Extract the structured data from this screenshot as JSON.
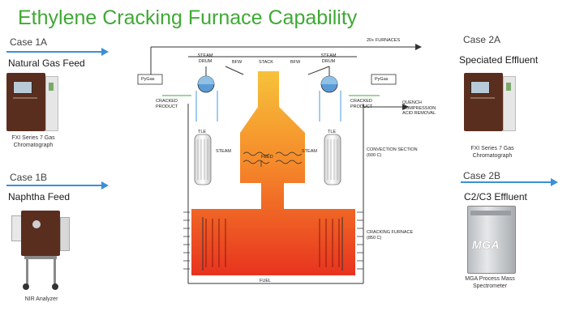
{
  "title": "Ethylene Cracking Furnace Capability",
  "cases": {
    "case_1a": {
      "label": "Case 1A",
      "feed": "Natural Gas Feed",
      "instrument": "FXI Series 7 Gas Chromatograph"
    },
    "case_1b": {
      "label": "Case 1B",
      "feed": "Naphtha Feed",
      "instrument": "NIR Analyzer"
    },
    "case_2a": {
      "label": "Case 2A",
      "feed": "Speciated Effluent",
      "instrument": "FXI Series 7 Gas Chromatograph"
    },
    "case_2b": {
      "label": "Case 2B",
      "feed": "C2/C3 Effluent",
      "instrument": "MGA Process Mass Spectrometer"
    }
  },
  "diagram": {
    "furnaces": "20+ FURNACES",
    "steam_drum": "STEAM DRUM",
    "bfw": "BFW",
    "stack": "STACK",
    "pygas": "PyGas",
    "cracked_product": "CRACKED PRODUCT",
    "quench": "QUENCH COMPRESSION ACID REMOVAL",
    "tle": "TLE",
    "steam": "STEAM",
    "feed": "FEED",
    "convection": "CONVECTION SECTION (600 C)",
    "cracking": "CRACKING FURNACE (850 C)",
    "fuel": "FUEL",
    "mga_logo": "MGA"
  },
  "colors": {
    "title": "#3fa934",
    "arrow": "#3b8fd6",
    "flame_top": "#f7c23a",
    "flame_bottom": "#e8331f"
  }
}
